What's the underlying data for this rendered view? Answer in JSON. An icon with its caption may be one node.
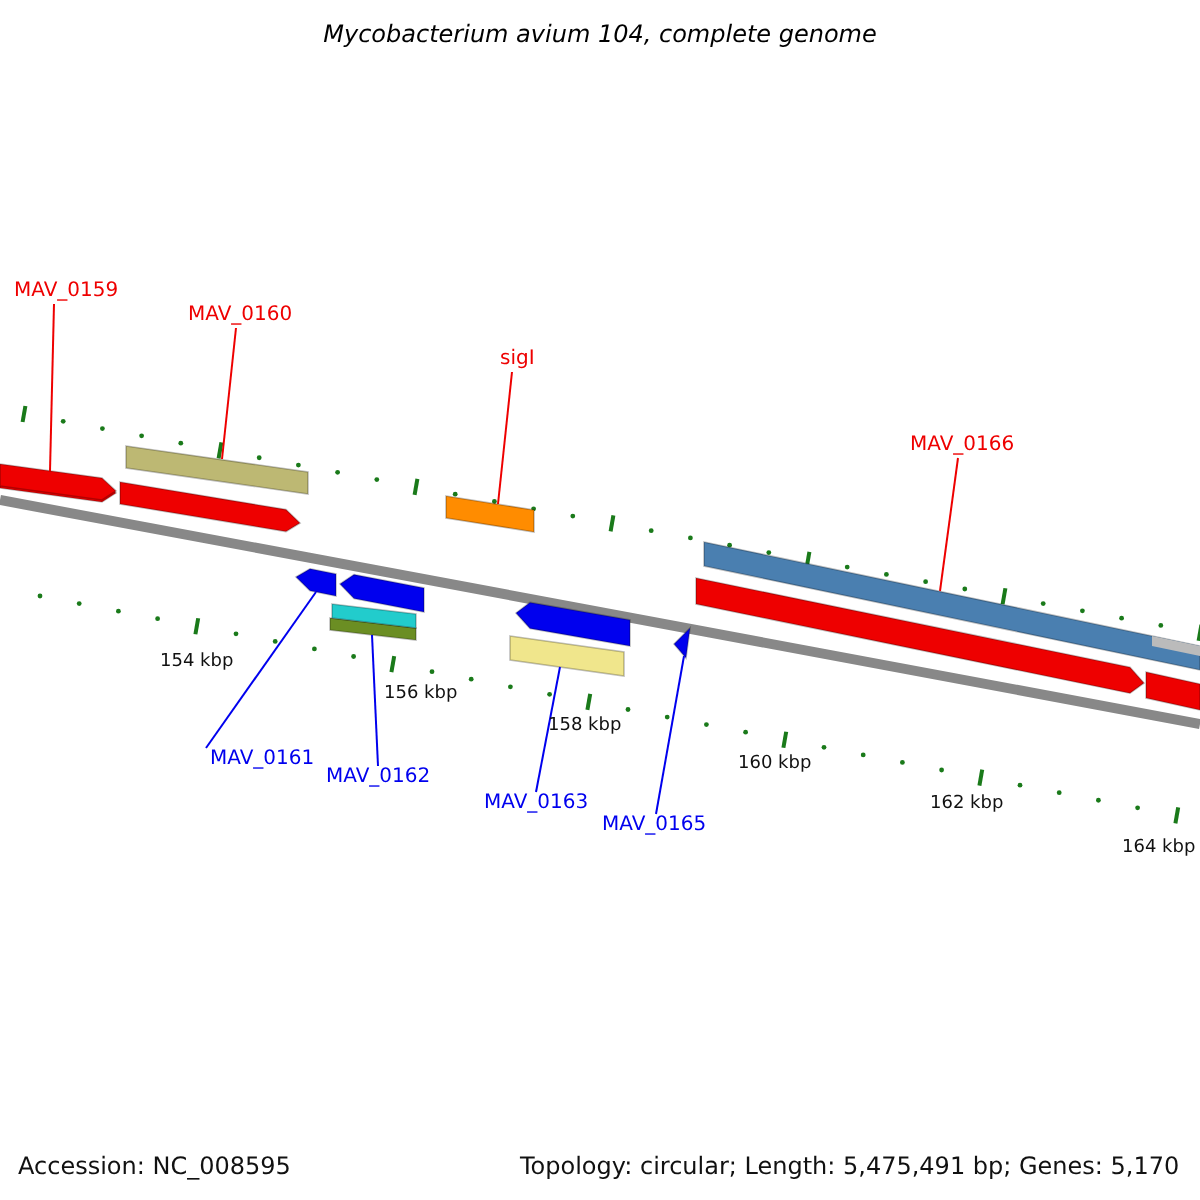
{
  "diagram": {
    "title": "Mycobacterium avium 104, complete genome",
    "nodes": [
      {
        "text": [
          "MAV_0159"
        ]
      },
      {
        "text": [],
        "shape": "bar"
      },
      {
        "text": [
          "MAV_0160"
        ]
      },
      {
        "text": [],
        "shape": "bar"
      },
      {
        "text": [
          "sigI"
        ]
      },
      {
        "text": [],
        "shape": "bar"
      },
      {
        "text": [
          "MAV_0166"
        ]
      },
      {
        "text": [],
        "shape": "bar"
      },
      {
        "text": [
          "MAV_0161"
        ]
      },
      {
        "text": [],
        "shape": "bar"
      },
      {
        "text": [
          "MAV_0162"
        ]
      },
      {
        "text": [],
        "shape": "bar"
      },
      {
        "text": [
          "MAV_0163"
        ]
      },
      {
        "text": [],
        "shape": "bar"
      },
      {
        "text": [
          "MAV_0165"
        ]
      },
      {
        "text": [],
        "shape": "bar"
      },
      {
        "text": [],
        "shape": "bar"
      },
      {
        "text": [],
        "shape": "bar"
      },
      {
        "text": [],
        "shape": "bar"
      },
      {
        "text": [],
        "shape": "bar"
      },
      {
        "text": [],
        "shape": "bar"
      },
      {
        "text": [],
        "shape": "bar"
      }
    ],
    "edges": [
      {
        "from": 0,
        "to": 1,
        "arrow": "none"
      },
      {
        "from": 2,
        "to": 3,
        "arrow": "none"
      },
      {
        "from": 4,
        "to": 5,
        "arrow": "none"
      },
      {
        "from": 6,
        "to": 7,
        "arrow": "none"
      },
      {
        "from": 8,
        "to": 9,
        "arrow": "none",
        "color": "#0000ee"
      },
      {
        "from": 10,
        "to": 11,
        "arrow": "none",
        "color": "#0000ee"
      },
      {
        "from": 12,
        "to": 13,
        "arrow": "none",
        "color": "#0000ee"
      },
      {
        "from": 14,
        "to": 15,
        "arrow": "none",
        "color": "#0000ee"
      }
    ],
    "labels": [
      "154 kbp",
      "156 kbp",
      "158 kbp",
      "160 kbp",
      "162 kbp",
      "164 kbp",
      "Accession: NC_008595",
      "Topology: circular; Length: 5,475,491 bp; Genes: 5,170"
    ]
  }
}
